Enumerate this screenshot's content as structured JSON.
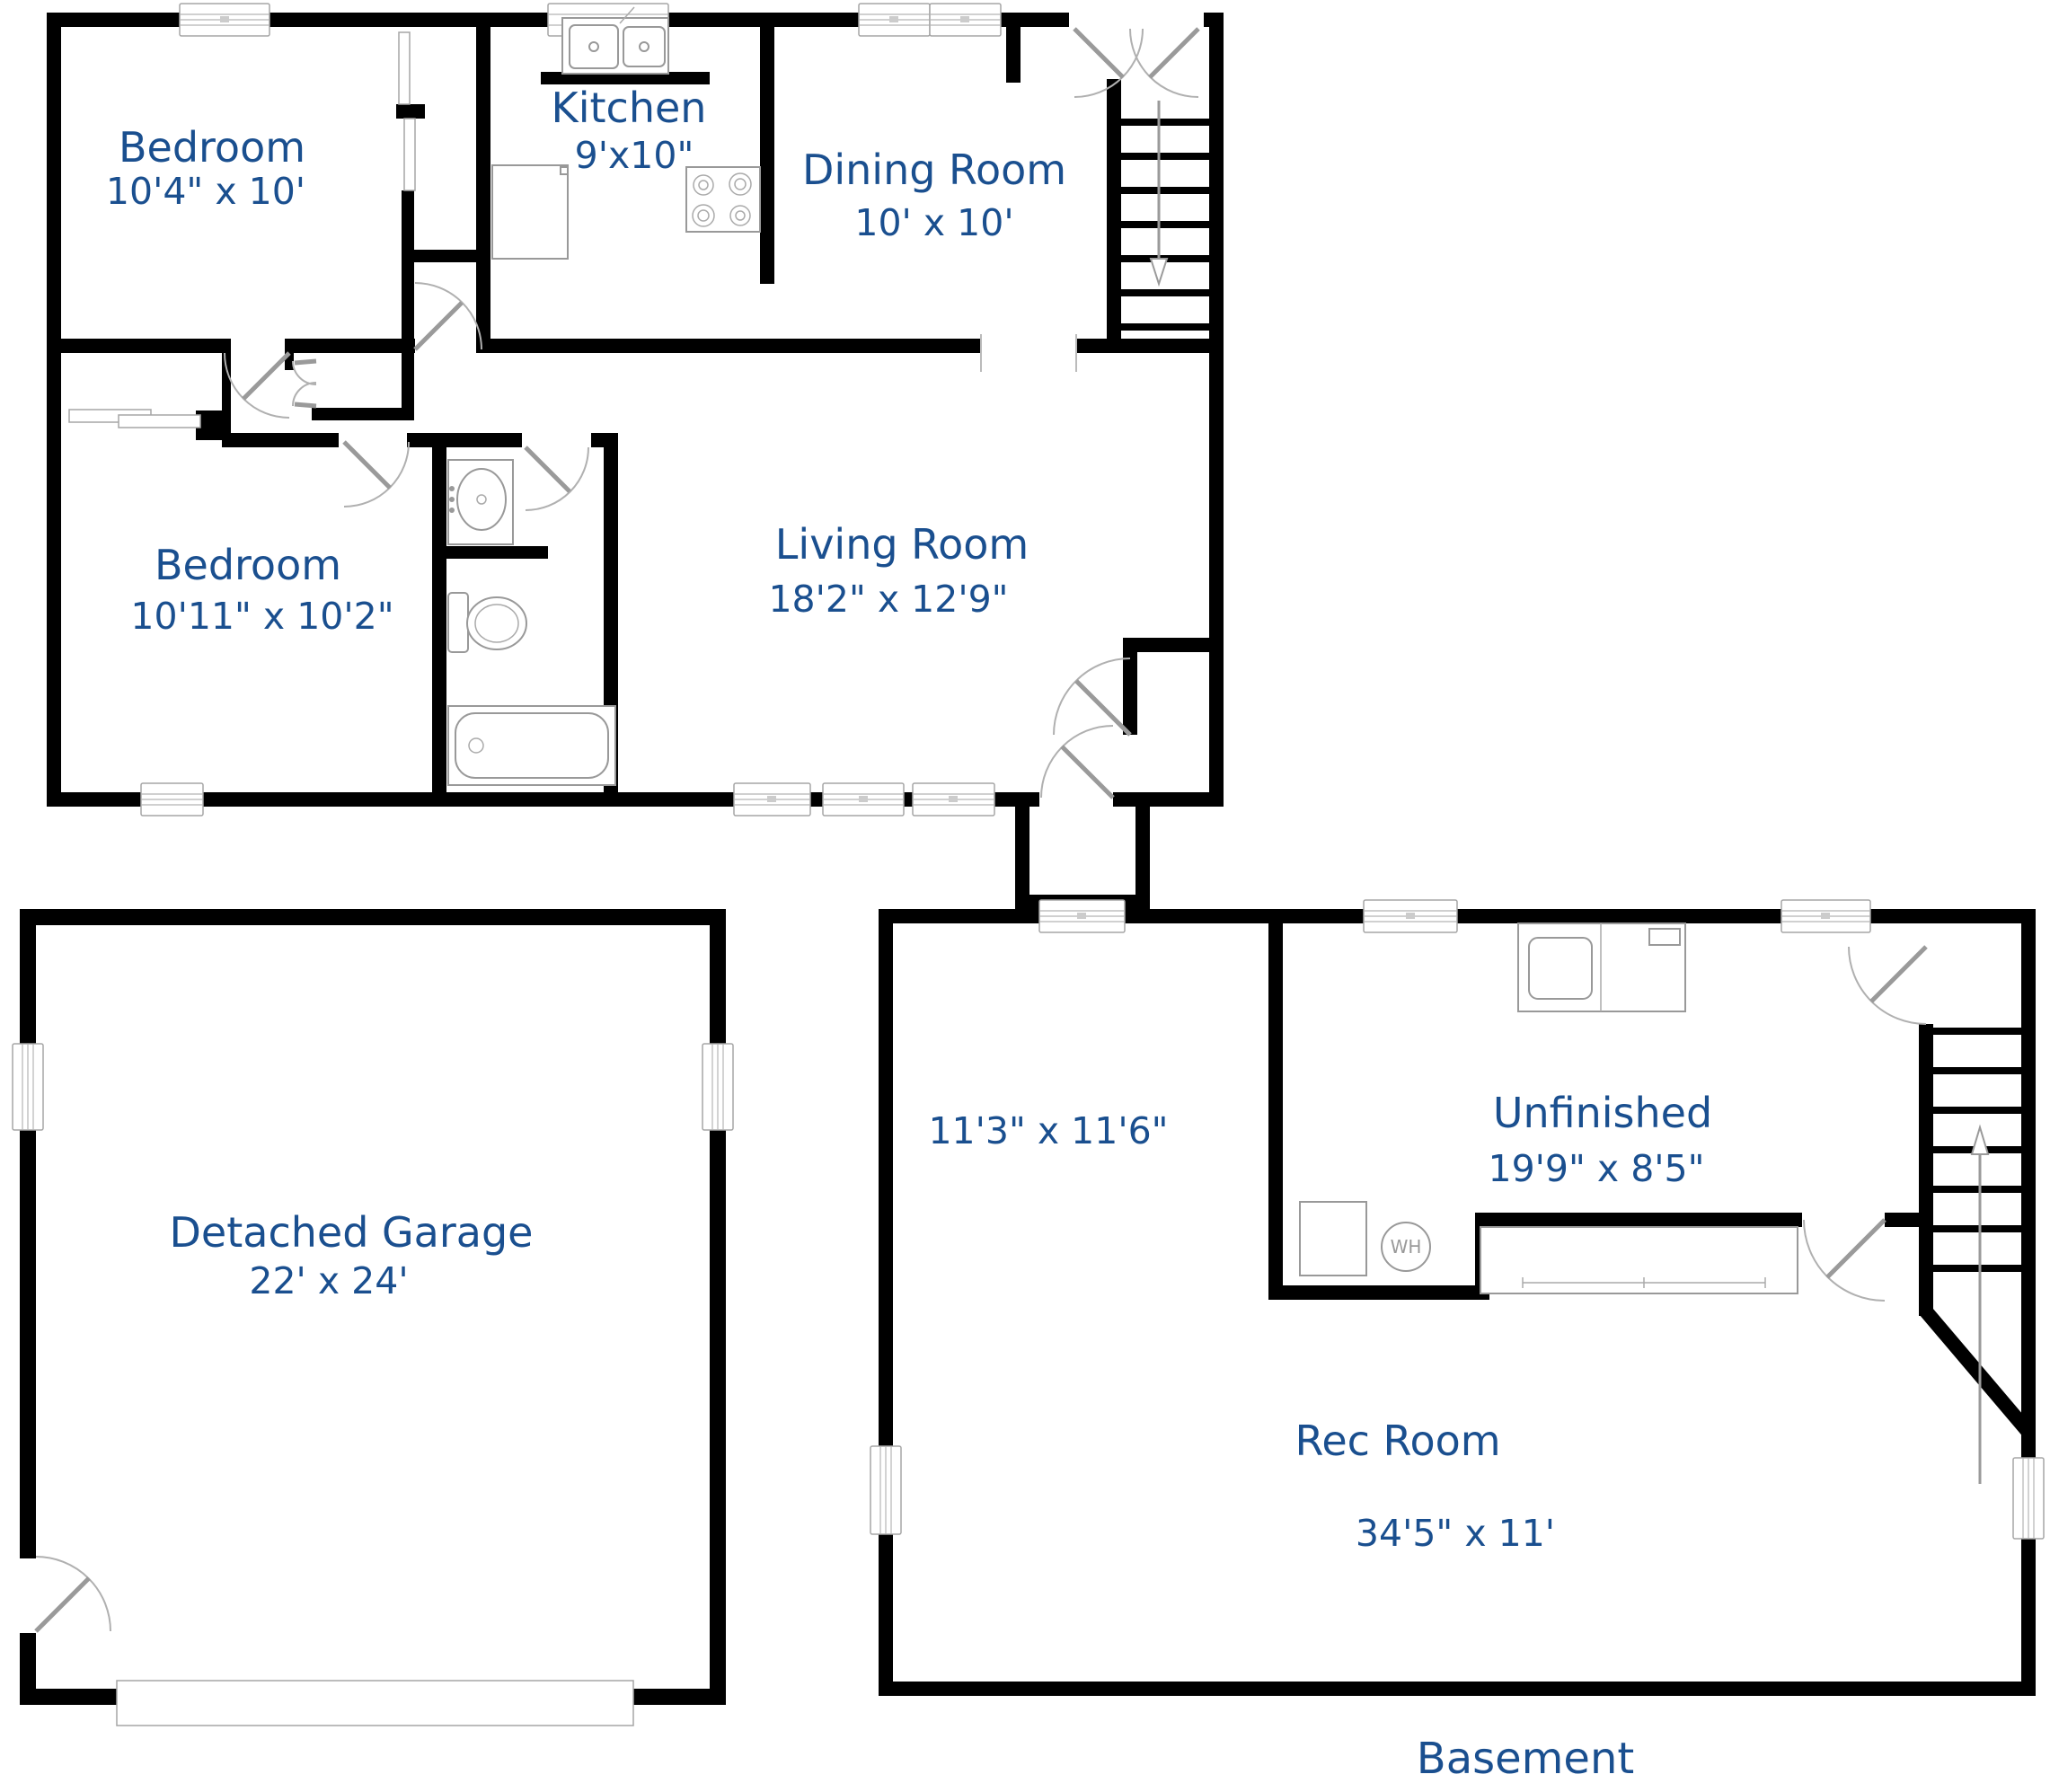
{
  "colors": {
    "label_blue": "#1a4f8f",
    "wall_black": "#000000",
    "fixture_gray": "#999999"
  },
  "main_floor": {
    "bedroom1": {
      "name": "Bedroom",
      "dims": "10'4\" x 10'"
    },
    "kitchen": {
      "name": "Kitchen",
      "dims": "9'x10\""
    },
    "dining": {
      "name": "Dining Room",
      "dims": "10' x 10'"
    },
    "bedroom2": {
      "name": "Bedroom",
      "dims": "10'11\" x 10'2\""
    },
    "living": {
      "name": "Living Room",
      "dims": "18'2\" x 12'9\""
    }
  },
  "garage": {
    "name": "Detached Garage",
    "dims": "22' x 24'"
  },
  "basement": {
    "room1": {
      "dims": "11'3\" x 11'6\""
    },
    "unfinished": {
      "name": "Unfinished",
      "dims": "19'9\" x 8'5\""
    },
    "rec_room": {
      "name": "Rec Room",
      "dims": "34'5\" x 11'"
    },
    "water_heater_label": "WH",
    "title": "Basement"
  }
}
